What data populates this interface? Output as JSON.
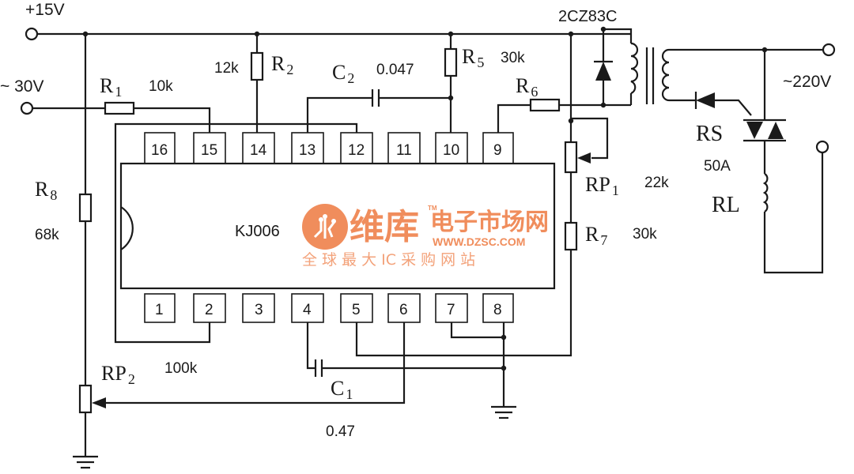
{
  "labels": {
    "v15": "+15V",
    "v30": "~ 30V",
    "v220": "~220V",
    "r1": "R",
    "r1_sub": "1",
    "r1_val": "10k",
    "r2": "R",
    "r2_sub": "2",
    "r2_val": "12k",
    "c2": "C",
    "c2_sub": "2",
    "c2_val": "0.047",
    "r5": "R",
    "r5_sub": "5",
    "r5_val": "30k",
    "r6": "R",
    "r6_sub": "6",
    "r8": "R",
    "r8_sub": "8",
    "r8_val": "68k",
    "rp1": "RP",
    "rp1_sub": "1",
    "rp1_val": "22k",
    "r7": "R",
    "r7_sub": "7",
    "r7_val": "30k",
    "rp2": "RP",
    "rp2_sub": "2",
    "rp2_val": "100k",
    "c1": "C",
    "c1_sub": "1",
    "c1_val": "0.47",
    "ic": "KJ006",
    "diode": "2CZ83C",
    "rs": "RS",
    "rs_val": "50A",
    "rl": "RL"
  },
  "pins_top": [
    "16",
    "15",
    "14",
    "13",
    "12",
    "11",
    "10",
    "9"
  ],
  "pins_bottom": [
    "1",
    "2",
    "3",
    "4",
    "5",
    "6",
    "7",
    "8"
  ],
  "watermark": {
    "brand": "维库",
    "site": "电子市场网",
    "url": "WWW.DZSC.COM",
    "slogan": "全 球 最 大 IC 采 购 网 站",
    "tm": "TM"
  },
  "colors": {
    "ink": "#1a1a1a",
    "watermark": "#f08d5c"
  }
}
